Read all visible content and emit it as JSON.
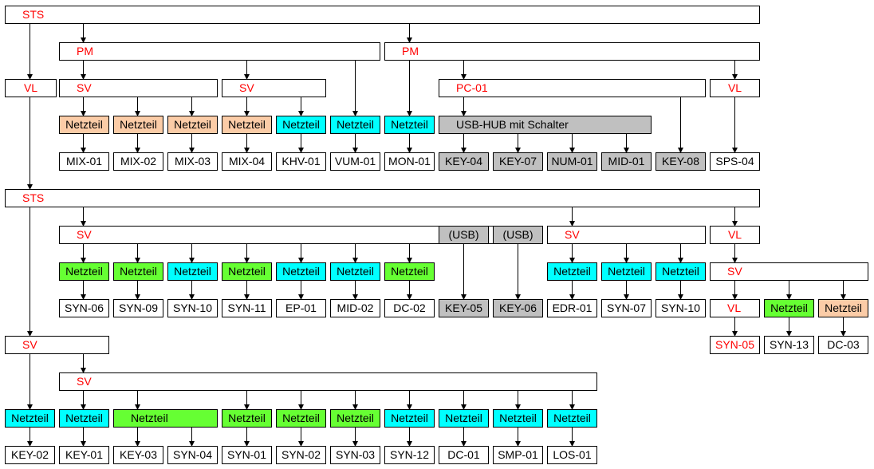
{
  "colors": {
    "label_red": "#ff0000",
    "text_black": "#000000",
    "box_border": "#000000",
    "white": "#ffffff",
    "peach": "#fbcca7",
    "cyan": "#00ffff",
    "green": "#66ff33",
    "gray": "#c0c0c0"
  },
  "nodes": {
    "sts1": {
      "label": "STS"
    },
    "pm_left": {
      "label": "PM"
    },
    "pm_right": {
      "label": "PM"
    },
    "vl_left_1": {
      "label": "VL"
    },
    "sv_mix_a": {
      "label": "SV"
    },
    "sv_mix_b": {
      "label": "SV"
    },
    "pc01": {
      "label": "PC-01"
    },
    "vl_right_1": {
      "label": "VL"
    },
    "nt_mix01": {
      "label": "Netzteil"
    },
    "nt_mix02": {
      "label": "Netzteil"
    },
    "nt_mix03": {
      "label": "Netzteil"
    },
    "nt_mix04": {
      "label": "Netzteil"
    },
    "nt_khv01": {
      "label": "Netzteil"
    },
    "nt_vum01": {
      "label": "Netzteil"
    },
    "nt_mon01": {
      "label": "Netzteil"
    },
    "usb_hub": {
      "label": "USB-HUB mit Schalter"
    },
    "mix01": {
      "label": "MIX-01"
    },
    "mix02": {
      "label": "MIX-02"
    },
    "mix03": {
      "label": "MIX-03"
    },
    "mix04": {
      "label": "MIX-04"
    },
    "khv01": {
      "label": "KHV-01"
    },
    "vum01": {
      "label": "VUM-01"
    },
    "mon01": {
      "label": "MON-01"
    },
    "key04": {
      "label": "KEY-04"
    },
    "key07": {
      "label": "KEY-07"
    },
    "num01": {
      "label": "NUM-01"
    },
    "mid01": {
      "label": "MID-01"
    },
    "key08": {
      "label": "KEY-08"
    },
    "sps04": {
      "label": "SPS-04"
    },
    "sts2": {
      "label": "STS"
    },
    "sv_syn_a": {
      "label": "SV"
    },
    "usb_1": {
      "label": "(USB)"
    },
    "usb_2": {
      "label": "(USB)"
    },
    "sv_edr": {
      "label": "SV"
    },
    "vl_right_2": {
      "label": "VL"
    },
    "nt_syn06": {
      "label": "Netzteil"
    },
    "nt_syn09": {
      "label": "Netzteil"
    },
    "nt_syn10a": {
      "label": "Netzteil"
    },
    "nt_syn11": {
      "label": "Netzteil"
    },
    "nt_ep01": {
      "label": "Netzteil"
    },
    "nt_mid02": {
      "label": "Netzteil"
    },
    "nt_dc02": {
      "label": "Netzteil"
    },
    "nt_edr01": {
      "label": "Netzteil"
    },
    "nt_syn07": {
      "label": "Netzteil"
    },
    "nt_syn10b": {
      "label": "Netzteil"
    },
    "sv_right": {
      "label": "SV"
    },
    "syn06": {
      "label": "SYN-06"
    },
    "syn09": {
      "label": "SYN-09"
    },
    "syn10a": {
      "label": "SYN-10"
    },
    "syn11": {
      "label": "SYN-11"
    },
    "ep01": {
      "label": "EP-01"
    },
    "mid02": {
      "label": "MID-02"
    },
    "dc02": {
      "label": "DC-02"
    },
    "key05": {
      "label": "KEY-05"
    },
    "key06": {
      "label": "KEY-06"
    },
    "edr01": {
      "label": "EDR-01"
    },
    "syn07": {
      "label": "SYN-07"
    },
    "syn10b": {
      "label": "SYN-10"
    },
    "vl_syn05": {
      "label": "VL"
    },
    "nt_syn13": {
      "label": "Netzteil"
    },
    "nt_dc03": {
      "label": "Netzteil"
    },
    "syn05": {
      "label": "SYN-05"
    },
    "syn13": {
      "label": "SYN-13"
    },
    "dc03": {
      "label": "DC-03"
    },
    "sv_left_3": {
      "label": "SV"
    },
    "sv_bottom": {
      "label": "SV"
    },
    "nt_key02": {
      "label": "Netzteil"
    },
    "nt_key01": {
      "label": "Netzteil"
    },
    "nt_wide": {
      "label": "Netzteil"
    },
    "nt_syn01": {
      "label": "Netzteil"
    },
    "nt_syn02": {
      "label": "Netzteil"
    },
    "nt_syn03": {
      "label": "Netzteil"
    },
    "nt_syn12": {
      "label": "Netzteil"
    },
    "nt_dc01": {
      "label": "Netzteil"
    },
    "nt_smp01": {
      "label": "Netzteil"
    },
    "nt_los01": {
      "label": "Netzteil"
    },
    "key02": {
      "label": "KEY-02"
    },
    "key01": {
      "label": "KEY-01"
    },
    "key03": {
      "label": "KEY-03"
    },
    "syn04": {
      "label": "SYN-04"
    },
    "syn01": {
      "label": "SYN-01"
    },
    "syn02": {
      "label": "SYN-02"
    },
    "syn03": {
      "label": "SYN-03"
    },
    "syn12": {
      "label": "SYN-12"
    },
    "dc01": {
      "label": "DC-01"
    },
    "smp01": {
      "label": "SMP-01"
    },
    "los01": {
      "label": "LOS-01"
    }
  }
}
